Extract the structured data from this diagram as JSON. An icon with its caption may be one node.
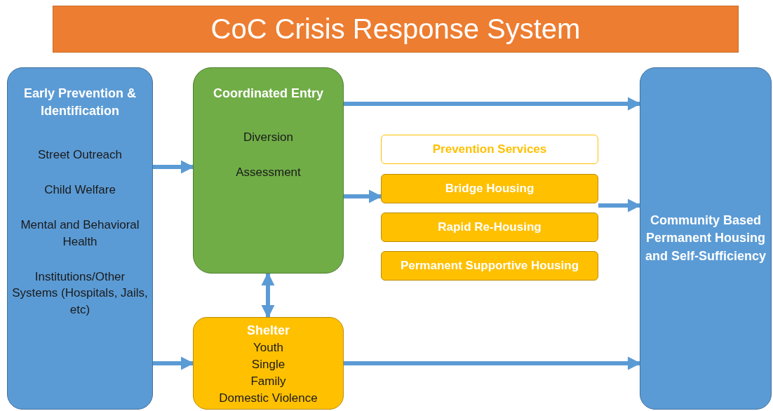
{
  "diagram": {
    "title": "CoC Crisis Response System",
    "nodes": [
      {
        "text": [
          "Early Prevention & Identification",
          "Street Outreach",
          "Child Welfare",
          "Mental and Behavioral Health",
          "Institutions/Other Systems (Hospitals, Jails, etc)"
        ]
      },
      {
        "text": [
          "Coordinated Entry",
          "Diversion",
          "Assessment"
        ]
      },
      {
        "text": [
          "Shelter",
          "Youth",
          "Single",
          "Family",
          "Domestic Violence"
        ]
      },
      {
        "text": [
          "Prevention Services"
        ]
      },
      {
        "text": [
          "Bridge Housing"
        ]
      },
      {
        "text": [
          "Rapid Re-Housing"
        ]
      },
      {
        "text": [
          "Permanent Supportive Housing"
        ]
      },
      {
        "text": [
          "Community Based Permanent Housing and Self-Sufficiency"
        ]
      }
    ],
    "edges": [
      {
        "from": 1,
        "to": 7,
        "arrow": "to"
      },
      {
        "from": 0,
        "to": 1,
        "arrow": "to"
      },
      {
        "from": 1,
        "to": 4,
        "arrow": "to"
      },
      {
        "from": 4,
        "to": 7,
        "arrow": "to"
      },
      {
        "from": 1,
        "to": 2,
        "arrow": "both"
      },
      {
        "from": 0,
        "to": 2,
        "arrow": "to"
      },
      {
        "from": 2,
        "to": 7,
        "arrow": "to"
      }
    ]
  }
}
